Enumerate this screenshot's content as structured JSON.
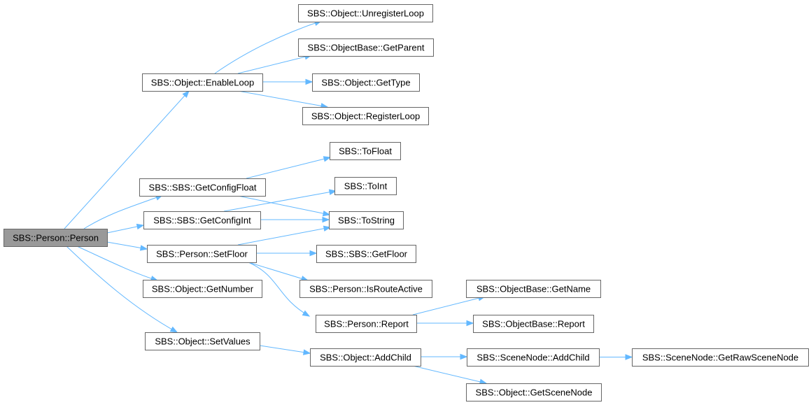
{
  "graph": {
    "root": "n0",
    "nodes": [
      {
        "id": "n0",
        "label": "SBS::Person::Person",
        "root": true
      },
      {
        "id": "n1",
        "label": "SBS::Object::EnableLoop"
      },
      {
        "id": "n2",
        "label": "SBS::SBS::GetConfigFloat"
      },
      {
        "id": "n3",
        "label": "SBS::SBS::GetConfigInt"
      },
      {
        "id": "n4",
        "label": "SBS::Person::SetFloor"
      },
      {
        "id": "n5",
        "label": "SBS::Object::GetNumber"
      },
      {
        "id": "n6",
        "label": "SBS::Object::SetValues"
      },
      {
        "id": "n7",
        "label": "SBS::Object::UnregisterLoop"
      },
      {
        "id": "n8",
        "label": "SBS::ObjectBase::GetParent"
      },
      {
        "id": "n9",
        "label": "SBS::Object::GetType"
      },
      {
        "id": "n10",
        "label": "SBS::Object::RegisterLoop"
      },
      {
        "id": "n11",
        "label": "SBS::ToFloat"
      },
      {
        "id": "n12",
        "label": "SBS::ToInt"
      },
      {
        "id": "n13",
        "label": "SBS::ToString"
      },
      {
        "id": "n14",
        "label": "SBS::SBS::GetFloor"
      },
      {
        "id": "n15",
        "label": "SBS::Person::IsRouteActive"
      },
      {
        "id": "n16",
        "label": "SBS::Person::Report"
      },
      {
        "id": "n17",
        "label": "SBS::ObjectBase::GetName"
      },
      {
        "id": "n18",
        "label": "SBS::ObjectBase::Report"
      },
      {
        "id": "n19",
        "label": "SBS::Object::AddChild"
      },
      {
        "id": "n20",
        "label": "SBS::SceneNode::AddChild"
      },
      {
        "id": "n21",
        "label": "SBS::Object::GetSceneNode"
      },
      {
        "id": "n22",
        "label": "SBS::SceneNode::GetRawSceneNode"
      }
    ],
    "edges": [
      {
        "from": "n0",
        "to": "n1"
      },
      {
        "from": "n0",
        "to": "n2"
      },
      {
        "from": "n0",
        "to": "n3"
      },
      {
        "from": "n0",
        "to": "n4"
      },
      {
        "from": "n0",
        "to": "n5"
      },
      {
        "from": "n0",
        "to": "n6"
      },
      {
        "from": "n1",
        "to": "n7"
      },
      {
        "from": "n1",
        "to": "n8"
      },
      {
        "from": "n1",
        "to": "n9"
      },
      {
        "from": "n1",
        "to": "n10"
      },
      {
        "from": "n2",
        "to": "n11"
      },
      {
        "from": "n2",
        "to": "n13"
      },
      {
        "from": "n3",
        "to": "n12"
      },
      {
        "from": "n3",
        "to": "n13"
      },
      {
        "from": "n4",
        "to": "n13"
      },
      {
        "from": "n4",
        "to": "n14"
      },
      {
        "from": "n4",
        "to": "n15"
      },
      {
        "from": "n4",
        "to": "n16"
      },
      {
        "from": "n16",
        "to": "n17"
      },
      {
        "from": "n16",
        "to": "n18"
      },
      {
        "from": "n6",
        "to": "n19"
      },
      {
        "from": "n19",
        "to": "n20"
      },
      {
        "from": "n19",
        "to": "n21"
      },
      {
        "from": "n20",
        "to": "n22"
      }
    ],
    "colors": {
      "edge": "#63b8ff",
      "root_fill": "#999999",
      "node_fill": "#ffffff",
      "node_border": "#666666"
    }
  }
}
